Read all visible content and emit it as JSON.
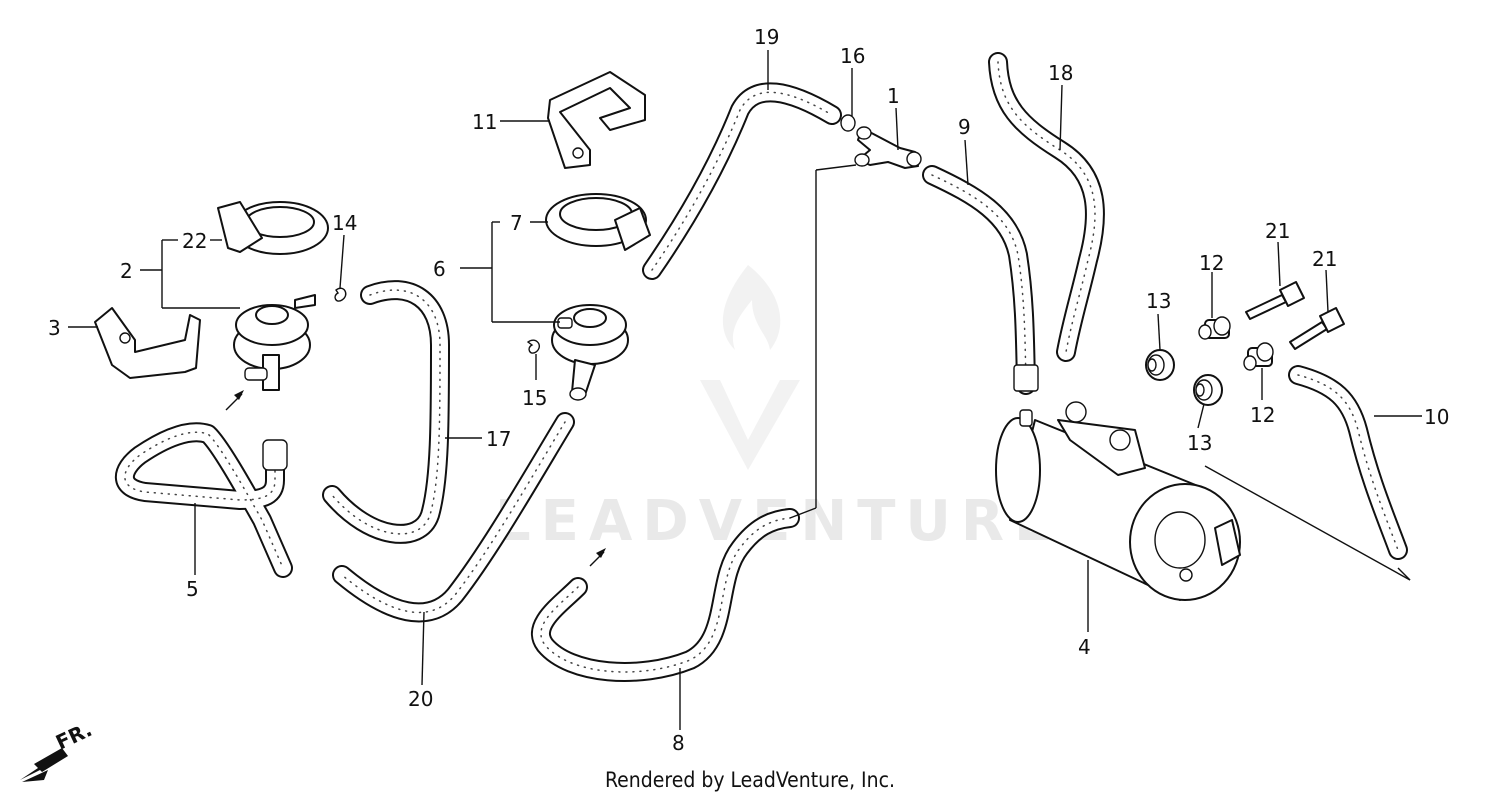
{
  "watermark": "LEADVENTURE",
  "footer": "Rendered by LeadVenture, Inc.",
  "direction_label": "FR.",
  "callouts": {
    "c1": "1",
    "c2": "2",
    "c3": "3",
    "c4": "4",
    "c5": "5",
    "c6": "6",
    "c7": "7",
    "c8": "8",
    "c9": "9",
    "c10": "10",
    "c11": "11",
    "c12a": "12",
    "c12b": "12",
    "c13a": "13",
    "c13b": "13",
    "c14": "14",
    "c15": "15",
    "c16": "16",
    "c17": "17",
    "c18": "18",
    "c19": "19",
    "c20": "20",
    "c21a": "21",
    "c21b": "21",
    "c22": "22"
  }
}
